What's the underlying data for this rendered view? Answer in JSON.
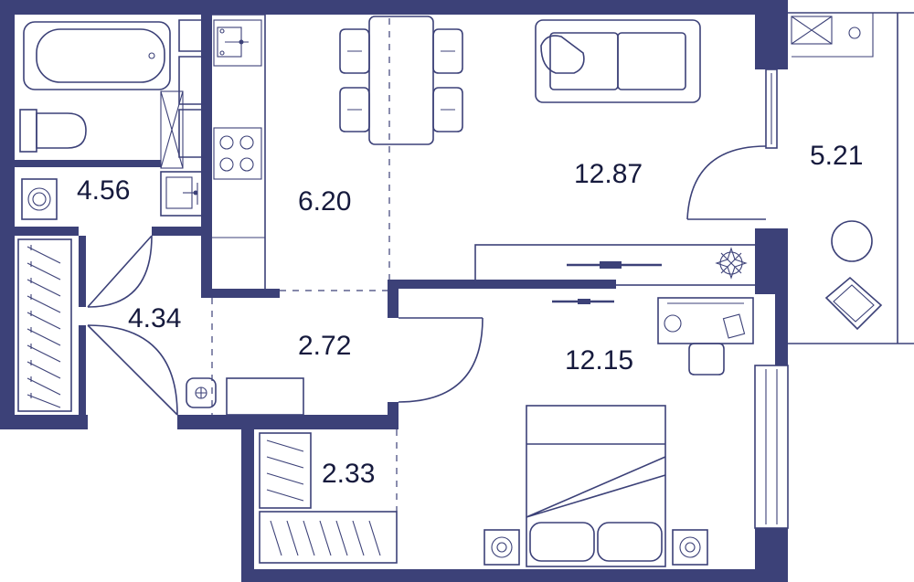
{
  "rooms": [
    {
      "id": "bathroom",
      "area": "4.56"
    },
    {
      "id": "kitchen",
      "area": "6.20"
    },
    {
      "id": "living",
      "area": "12.87"
    },
    {
      "id": "balcony",
      "area": "5.21"
    },
    {
      "id": "entrance",
      "area": "4.34"
    },
    {
      "id": "hall",
      "area": "2.72"
    },
    {
      "id": "bedroom",
      "area": "12.15"
    },
    {
      "id": "wardrobe",
      "area": "2.33"
    }
  ],
  "colors": {
    "wall": "#3c4178",
    "text": "#161a3d",
    "background": "#ffffff"
  }
}
